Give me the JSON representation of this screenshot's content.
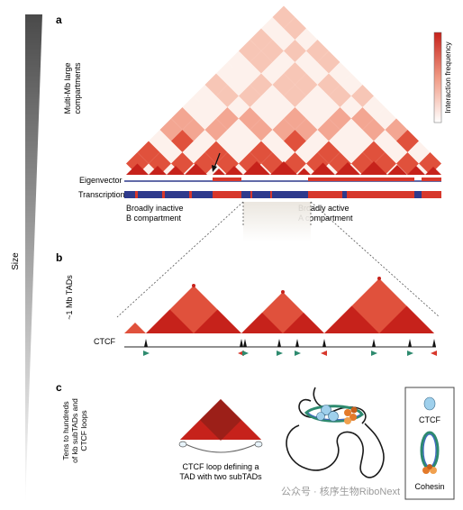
{
  "size_axis": {
    "label": "Size"
  },
  "panel_a": {
    "letter": "a",
    "side_label": [
      "Multi-Mb large",
      "compartments"
    ],
    "legend_label": "Interaction frequency",
    "eigenvector_label": "Eigenvector",
    "transcription_label": "Transcription",
    "compartment_b": [
      "Broadly inactive",
      "B compartment"
    ],
    "compartment_a": [
      "Broadly active",
      "A compartment"
    ]
  },
  "panel_b": {
    "letter": "b",
    "side_label": "~1 Mb TADs",
    "ctcf_label": "CTCF"
  },
  "panel_c": {
    "letter": "c",
    "side_label": [
      "Tens to hundreds",
      "of kb subTADs and",
      "CTCF loops"
    ],
    "caption": [
      "CTCF loop defining a",
      "TAD with two subTADs"
    ],
    "legend_ctcf": "CTCF",
    "legend_cohesin": "Cohesin",
    "watermark": "公众号 · 核序生物RiboNext"
  },
  "colors": {
    "dark_red": "#c6221b",
    "mid_red": "#e0513c",
    "light_red": "#f3a692",
    "pale": "#fbe4dc",
    "navy": "#2e3a8c",
    "transcription_red": "#d7372b",
    "teal": "#2d8a6e",
    "ctcf_blue": "#9fd0ec",
    "cohesin_orange": "#e37a2a"
  }
}
